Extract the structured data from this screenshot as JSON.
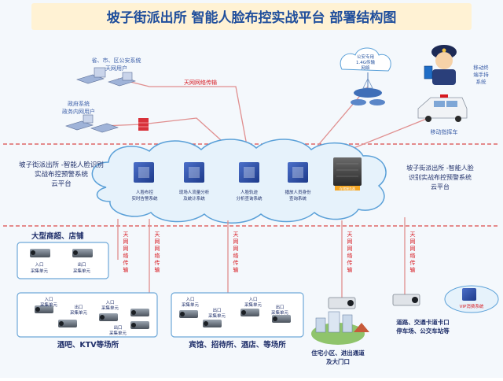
{
  "title": "坡子街派出所  智能人脸布控实战平台  部署结构图",
  "top": {
    "gov_users": [
      "省、市、区公安系统",
      "天网用户"
    ],
    "gov_intranet": [
      "政府系统",
      "政务内网用户"
    ],
    "tianwang_link": "天网网络传输",
    "wireless": [
      "公安专用",
      "1.4G传输",
      "网络"
    ],
    "mobile_terminal": [
      "移动终",
      "端手持",
      "系统"
    ],
    "command_vehicle": "移动指挥车"
  },
  "cloud": {
    "left_label": [
      "坡子街派出所 -智能人脸识别",
      "实战布控预警系统",
      "云平台"
    ],
    "right_label": [
      "坡子街派出所 -智能人脸",
      "识别实战布控预警系统",
      "云平台"
    ],
    "servers": [
      [
        "人脸布控",
        "实时告警系统"
      ],
      [
        "现场人流量分析",
        "及统计系统"
      ],
      [
        "人脸轨迹",
        "分析查询系统"
      ],
      [
        "播放人员身份",
        "查询系统"
      ]
    ],
    "storage_caption": "存储服务器"
  },
  "bottom": {
    "transmission_label": "天网网络传输",
    "mall": {
      "title": "大型商超、店铺",
      "units": [
        [
          "入口",
          "采集单元"
        ],
        [
          "出口",
          "采集单元"
        ]
      ]
    },
    "bar": {
      "title": "酒吧、KTV等场所",
      "units": [
        [
          "入口",
          "采集单元"
        ],
        [
          "出口",
          "采集单元"
        ],
        [
          "入口",
          "采集单元"
        ],
        [
          "出口",
          "采集单元"
        ]
      ]
    },
    "hotel": {
      "title": "宾馆、招待所、酒店、等场所",
      "units": [
        [
          "入口",
          "采集单元"
        ],
        [
          "入口",
          "采集单元"
        ],
        [
          "出口",
          "采集单元"
        ],
        [
          "出口",
          "采集单元"
        ]
      ]
    },
    "residential": [
      "住宅小区、进出通道",
      "及大门口"
    ],
    "traffic": [
      "道路、交通卡道卡口",
      "停车场、公交车站等"
    ],
    "vip_system": "VIP消费系统"
  },
  "colors": {
    "title_bg": "#fff2d4",
    "title_text": "#1f4e9c",
    "line": "#e08e8e",
    "transmission_text": "#d71920",
    "dashed": "#d94a4a",
    "cloud_fill": "#e6f2fb",
    "cloud_stroke": "#5aa0d8",
    "server": "#2f4fa8",
    "box_stroke": "#6ea8d8"
  }
}
